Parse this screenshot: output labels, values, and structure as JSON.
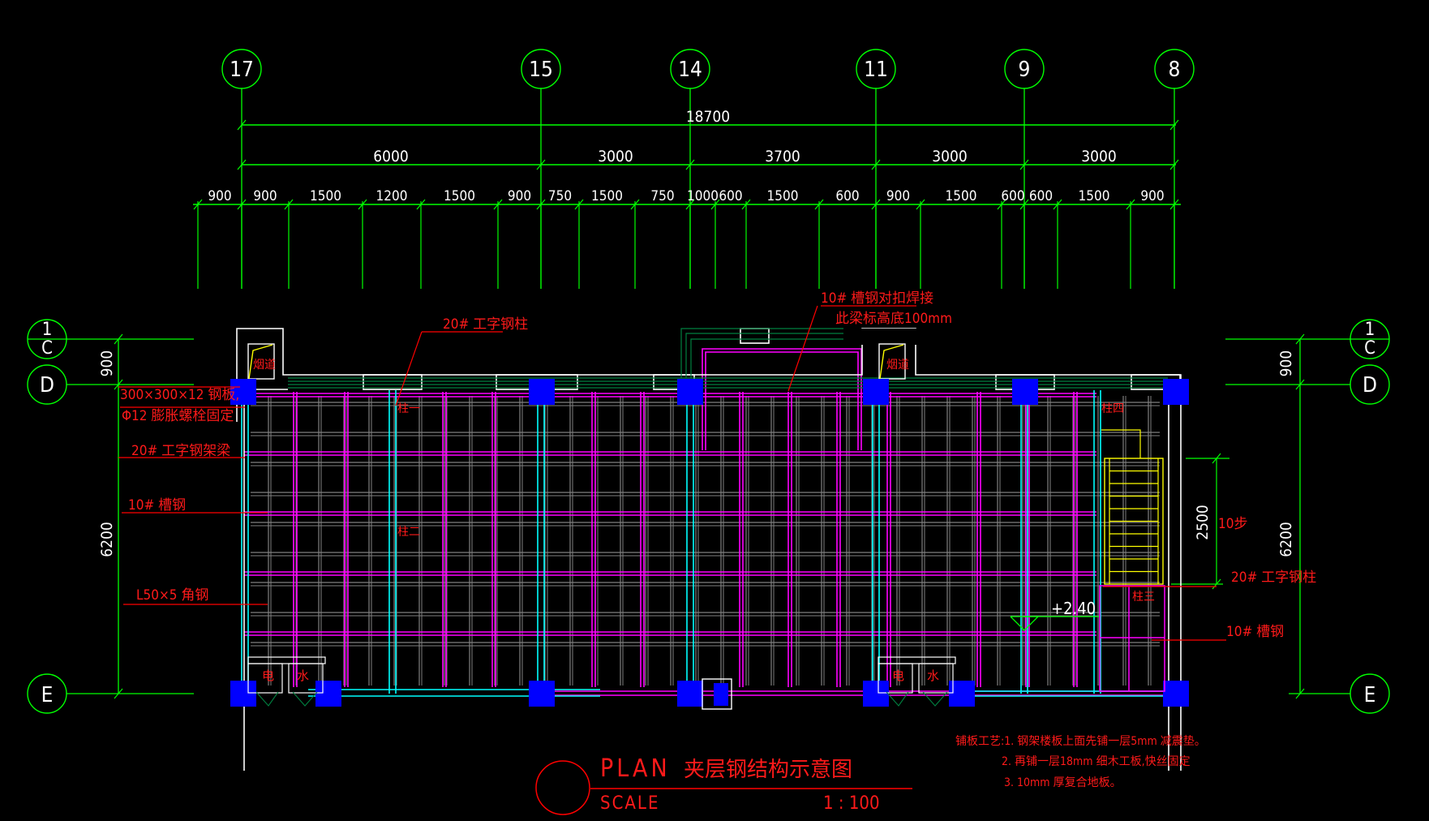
{
  "drawing": {
    "title_en": "PLAN",
    "title_cn": "夹层钢结构示意图",
    "scale_label": "SCALE",
    "scale_value": "1 : 100"
  },
  "axes_top": [
    "17",
    "15",
    "14",
    "11",
    "9",
    "8"
  ],
  "axes_side": {
    "c": {
      "num": "1",
      "letter": "C"
    },
    "d": "D",
    "e": "E"
  },
  "dims": {
    "total": "18700",
    "bays": [
      "6000",
      "3000",
      "3700",
      "3000",
      "3000"
    ],
    "detail": [
      "900",
      "900",
      "1500",
      "1200",
      "1500",
      "900",
      "750",
      "1500",
      "750",
      "1000",
      "600",
      "1500",
      "600",
      "900",
      "1500",
      "600",
      "600",
      "1500",
      "900"
    ],
    "left_900": "900",
    "left_6200": "6200",
    "right_900": "900",
    "right_6200": "6200",
    "stair_2500": "2500"
  },
  "labels": {
    "plate_1": "300×300×12 钢板,",
    "plate_2": "Φ12 膨胀螺栓固定",
    "beam_20": "20# 工字钢架梁",
    "channel_10": "10# 槽钢",
    "angle": "L50×5 角钢",
    "column_20": "20# 工字钢柱",
    "weld_1": "10# 槽钢对扣焊接",
    "weld_2": "此梁标高底100mm",
    "chimney_left": "烟道",
    "chimney_right": "烟道",
    "col_1": "柱一",
    "col_2": "柱二",
    "col_3": "柱三",
    "col_4": "柱四",
    "steps": "10步",
    "column_20_right": "20# 工字钢柱",
    "channel_10_right": "10# 槽钢",
    "elevation": "+2.40",
    "elec_left": "电",
    "water_left": "水",
    "elec_right": "电",
    "water_right": "水"
  },
  "notes": {
    "line1": "铺板工艺:1. 钢架楼板上面先铺一层5mm 减震垫。",
    "line2": "2. 再铺一层18mm 细木工板,快丝固定",
    "line3": "3. 10mm 厚复合地板。"
  },
  "colors": {
    "axis_green": "#00ff00",
    "beam_magenta": "#ff00ff",
    "column_cyan": "#00ffff",
    "joist_gray": "#808080",
    "wall_white": "#ffffff",
    "pad_blue": "#0000ff",
    "label_red": "#ff0000",
    "stair_yellow": "#ffff00",
    "wall_green": "#008040"
  }
}
